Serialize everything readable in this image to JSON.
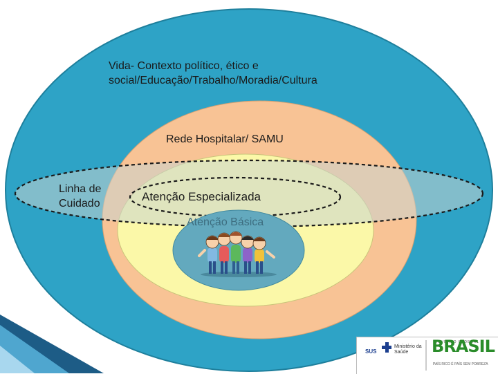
{
  "diagram": {
    "outer_label": "Vida- Contexto político, ético e social/Educação/Trabalho/Moradia/Cultura",
    "hospital_label": "Rede Hospitalar/ SAMU",
    "care_line_label": "Linha de Cuidado",
    "specialized_label": "Atenção Especializada",
    "basic_label": "Atenção Básica"
  },
  "colors": {
    "outer": "#2ea3c6",
    "hospital": "#f8c395",
    "specialized": "#fbf8a8",
    "basic": "#63a9be",
    "dashed_band": "#b9cfcb"
  },
  "logos": {
    "sus": "SUS",
    "ministry": "Ministério da Saúde",
    "gov_caption": "GOVERNO FEDERAL",
    "brasil": "BRASIL",
    "slogan": "PAÍS RICO É PAÍS SEM POBREZA"
  },
  "icons": [
    "children-group-icon",
    "health-cross-icon",
    "brazil-logo-icon"
  ]
}
